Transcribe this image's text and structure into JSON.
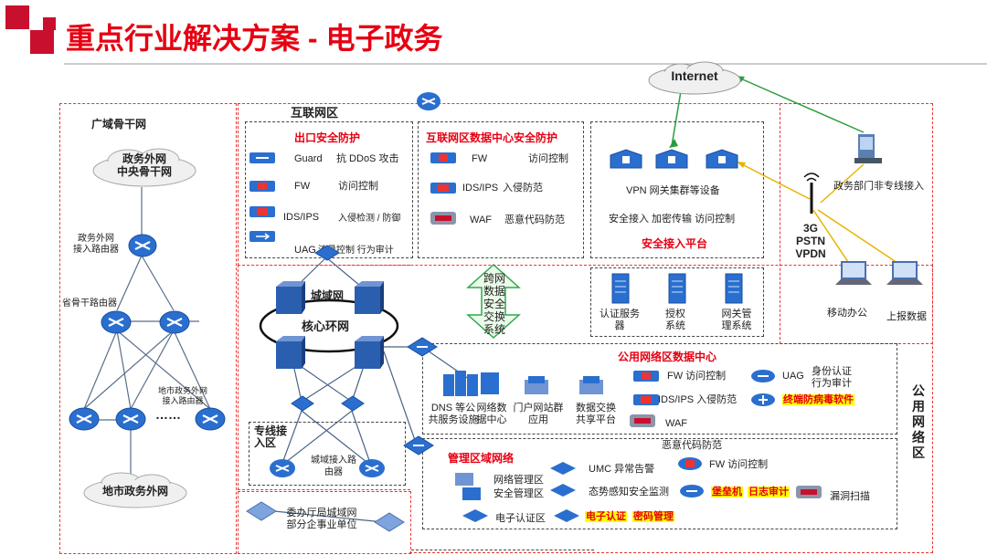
{
  "title": "重点行业解决方案 - 电子政务",
  "internet": "Internet",
  "wan": {
    "label": "广域骨干网",
    "central_cloud": [
      "政务外网",
      "中央骨干网"
    ],
    "access_router": [
      "政务外网",
      "接入路由器"
    ],
    "province_router": "省骨干路由器",
    "city_router": [
      "地市政务外网",
      "接入路由器"
    ],
    "dots": "……",
    "city_cloud": "地市政务外网"
  },
  "internet_zone": {
    "label": "互联网区",
    "egress": {
      "title": "出口安全防护",
      "rows": [
        {
          "device": "Guard",
          "func": "抗 DDoS 攻击"
        },
        {
          "device": "FW",
          "func": "访问控制"
        },
        {
          "device": "IDS/IPS",
          "func": "入侵检测 / 防御"
        },
        {
          "device": "UAG",
          "func": "流量控制  行为审计"
        }
      ]
    },
    "dc": {
      "title": "互联网区数据中心安全防护",
      "rows": [
        {
          "device": "FW",
          "func": "访问控制"
        },
        {
          "device": "IDS/IPS",
          "func": "入侵防范"
        },
        {
          "device": "WAF",
          "func": "恶意代码防范"
        }
      ]
    },
    "vpn": {
      "line1": "VPN 网关集群等设备",
      "line2": "安全接入  加密传输  访问控制",
      "title": "安全接入平台"
    }
  },
  "remote": {
    "dept": "政务部门非专线接入",
    "net": [
      "3G",
      "PSTN",
      "VPDN"
    ],
    "mobile": "移动办公",
    "report": "上报数据"
  },
  "servers": [
    {
      "label": "认证服务器"
    },
    {
      "label": "授权系统"
    },
    {
      "label": "网关管理系统"
    }
  ],
  "metro": {
    "city_net": "城域网",
    "core_ring": "核心环网",
    "exchange": "跨网数据安全交换系统",
    "dedicated": {
      "label": "专线接入区",
      "router": "城域接入路由器"
    },
    "office": "委办厅局城域网部分企事业单位"
  },
  "public_zone": {
    "label": "公用网络区",
    "dc": {
      "title": "公用网络区数据中心",
      "services": [
        {
          "label": "DNS 等公共服务设施"
        },
        {
          "label": "网络数据中心"
        },
        {
          "label": "门户网站群应用"
        },
        {
          "label": "数据交换共享平台"
        }
      ],
      "fw": "FW  访问控制",
      "ids": "IDS/IPS  入侵防范",
      "waf": "WAF",
      "waf_func": "恶意代码防范",
      "uag": "UAG",
      "uag_func": "身份认证行为审计",
      "av": "终端防病毒软件"
    }
  },
  "mgmt_zone": {
    "title": "管理区域网络",
    "umc": "UMC  异常告警",
    "netmgmt": "网络管理区",
    "secmgmt": "安全管理区",
    "situation": "态势感知安全监测",
    "fw": "FW  访问控制",
    "bastion": "堡垒机",
    "log": "日志审计",
    "vuln": "漏洞扫描",
    "cert_area": "电子认证区",
    "ecert": "电子认证",
    "crypto": "密码管理"
  },
  "colors": {
    "accent": "#e60012",
    "device": "#2a6fcf",
    "highlight": "#ffff00"
  }
}
